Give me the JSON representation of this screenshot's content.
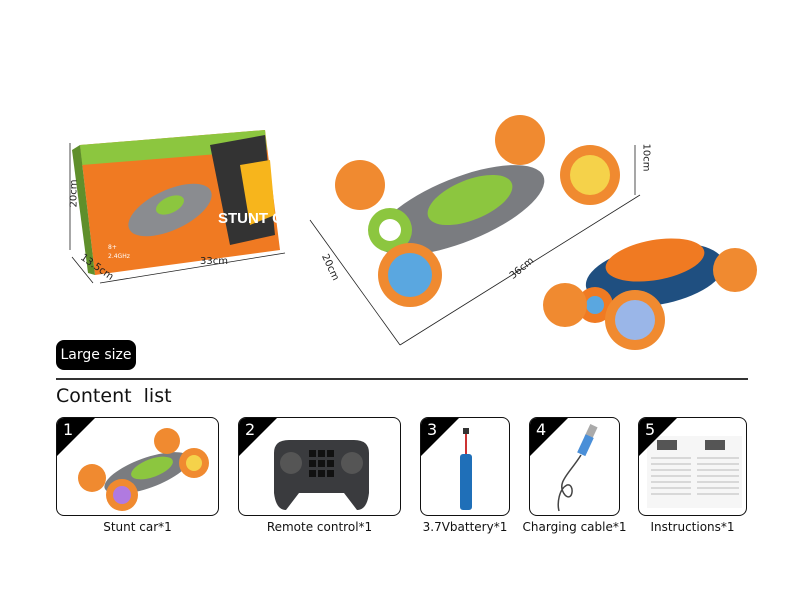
{
  "box": {
    "brand_text": "STUNT CAR",
    "frequency": "2.4GHz",
    "age": "8+"
  },
  "dimensions": {
    "box_height": "20cm",
    "box_depth": "13.5cm",
    "box_width": "33cm",
    "car_depth": "20cm",
    "car_length": "36cm",
    "car_height": "10cm"
  },
  "size_badge": "Large size",
  "content_title": "Content  list",
  "items": [
    {
      "number": "1",
      "label": "Stunt car*1",
      "icon": "stunt-car"
    },
    {
      "number": "2",
      "label": "Remote control*1",
      "icon": "remote-control"
    },
    {
      "number": "3",
      "label": "3.7Vbattery*1",
      "icon": "battery"
    },
    {
      "number": "4",
      "label": "Charging cable*1",
      "icon": "usb-cable"
    },
    {
      "number": "5",
      "label": "Instructions*1",
      "icon": "instructions-sheet"
    }
  ],
  "colors": {
    "green": "#8cc63f",
    "orange": "#f07a22",
    "gray": "#6d6f73",
    "blue": "#1f6fb8"
  }
}
